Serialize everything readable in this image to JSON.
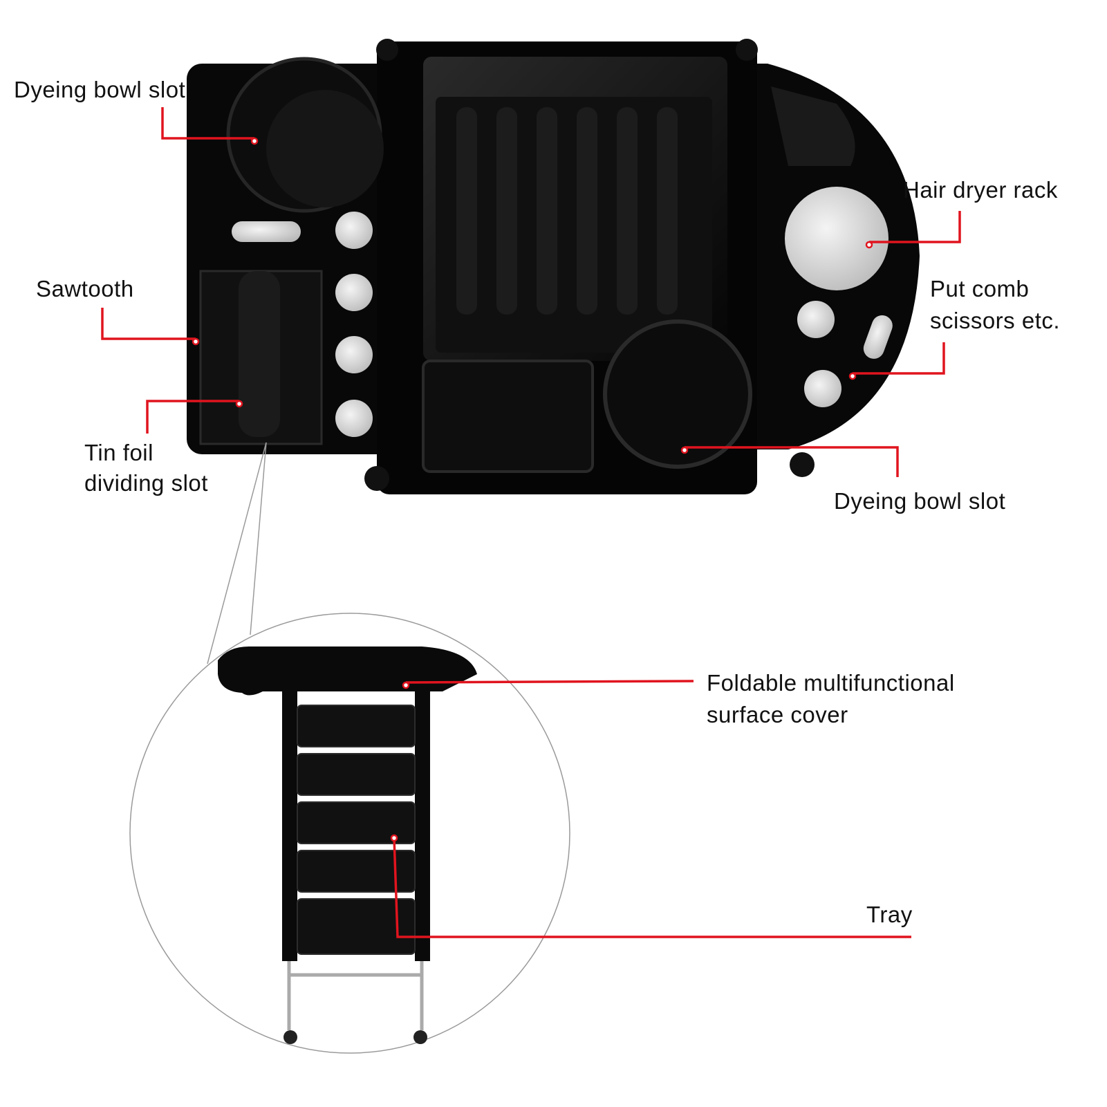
{
  "labels": {
    "dyeing_bowl_slot_left": "Dyeing bowl slot",
    "sawtooth": "Sawtooth",
    "tin_foil_line1": "Tin foil",
    "tin_foil_line2": "dividing slot",
    "hair_dryer_rack": "Hair dryer rack",
    "put_comb_line1": "Put comb",
    "put_comb_line2": "scissors etc.",
    "dyeing_bowl_slot_right": "Dyeing bowl slot",
    "foldable_line1": "Foldable multifunctional",
    "foldable_line2": "surface cover",
    "tray": "Tray"
  },
  "colors": {
    "callout": "#e0141e",
    "product": "#0b0b0b",
    "text": "#111111"
  }
}
